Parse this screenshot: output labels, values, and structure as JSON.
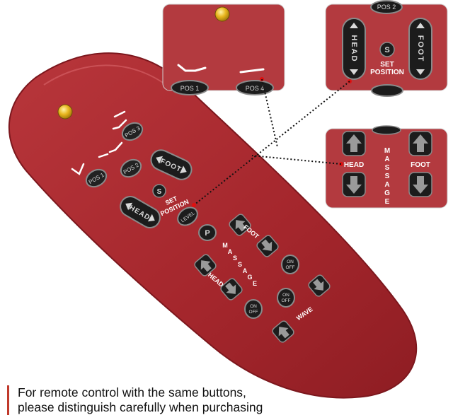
{
  "colors": {
    "remote_body": "#a8282e",
    "remote_dark": "#7c171d",
    "button_dark": "#222222",
    "button_label": "#d9d9d9",
    "button_rim": "#8a8a8a",
    "arrow_fill": "#9a9a9a",
    "led": "#e3b21a",
    "panel_bg": "#b33a3f",
    "callout_dot": "#e01010",
    "caption_bar": "#c0392b"
  },
  "remote": {
    "pos1": "POS 1",
    "pos2": "POS 2",
    "pos3": "POS 3",
    "foot": "FOOT",
    "head": "HEAD",
    "s": "S",
    "set": "SET",
    "position": "POSITION",
    "level": "LEVEL",
    "p": "P",
    "massage_letters": [
      "M",
      "A",
      "S",
      "S",
      "A",
      "G",
      "E"
    ],
    "foot_label": "FOOT",
    "head_label": "HEAD",
    "on_off": [
      "ON",
      "OFF"
    ],
    "wave": "WAVE"
  },
  "callouts": {
    "top_left": {
      "pos_left": "POS 1",
      "pos_right": "POS 4"
    },
    "top_right": {
      "pos_top": "POS 2",
      "head": "HEAD",
      "foot": "FOOT",
      "s": "S",
      "set": "SET",
      "position": "POSITION"
    },
    "middle_right": {
      "head": "HEAD",
      "foot": "FOOT",
      "massage_letters": [
        "M",
        "A",
        "S",
        "S",
        "A",
        "G",
        "E"
      ]
    }
  },
  "caption": {
    "line1": "For remote control with the same buttons,",
    "line2": "please distinguish carefully when purchasing"
  }
}
